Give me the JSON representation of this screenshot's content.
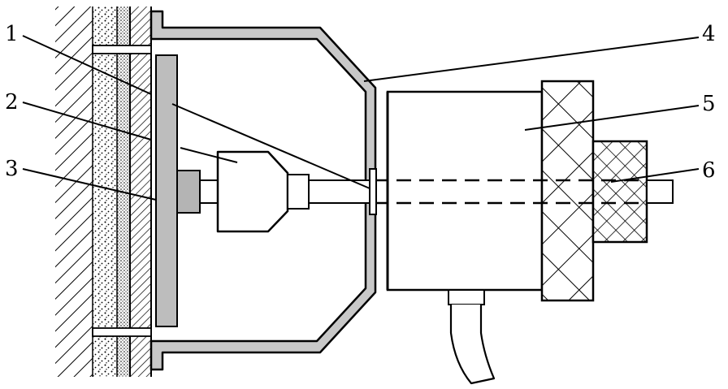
{
  "callouts": [
    {
      "id": "c1",
      "label": "1"
    },
    {
      "id": "c2",
      "label": "2"
    },
    {
      "id": "c3",
      "label": "3"
    },
    {
      "id": "c4",
      "label": "4"
    },
    {
      "id": "c5",
      "label": "5"
    },
    {
      "id": "c6",
      "label": "6"
    }
  ],
  "colors": {
    "line": "#000000",
    "shell": "#c8c8c8",
    "plate": "#bdbdbd",
    "mount": "#b4b4b4",
    "background": "#ffffff"
  }
}
